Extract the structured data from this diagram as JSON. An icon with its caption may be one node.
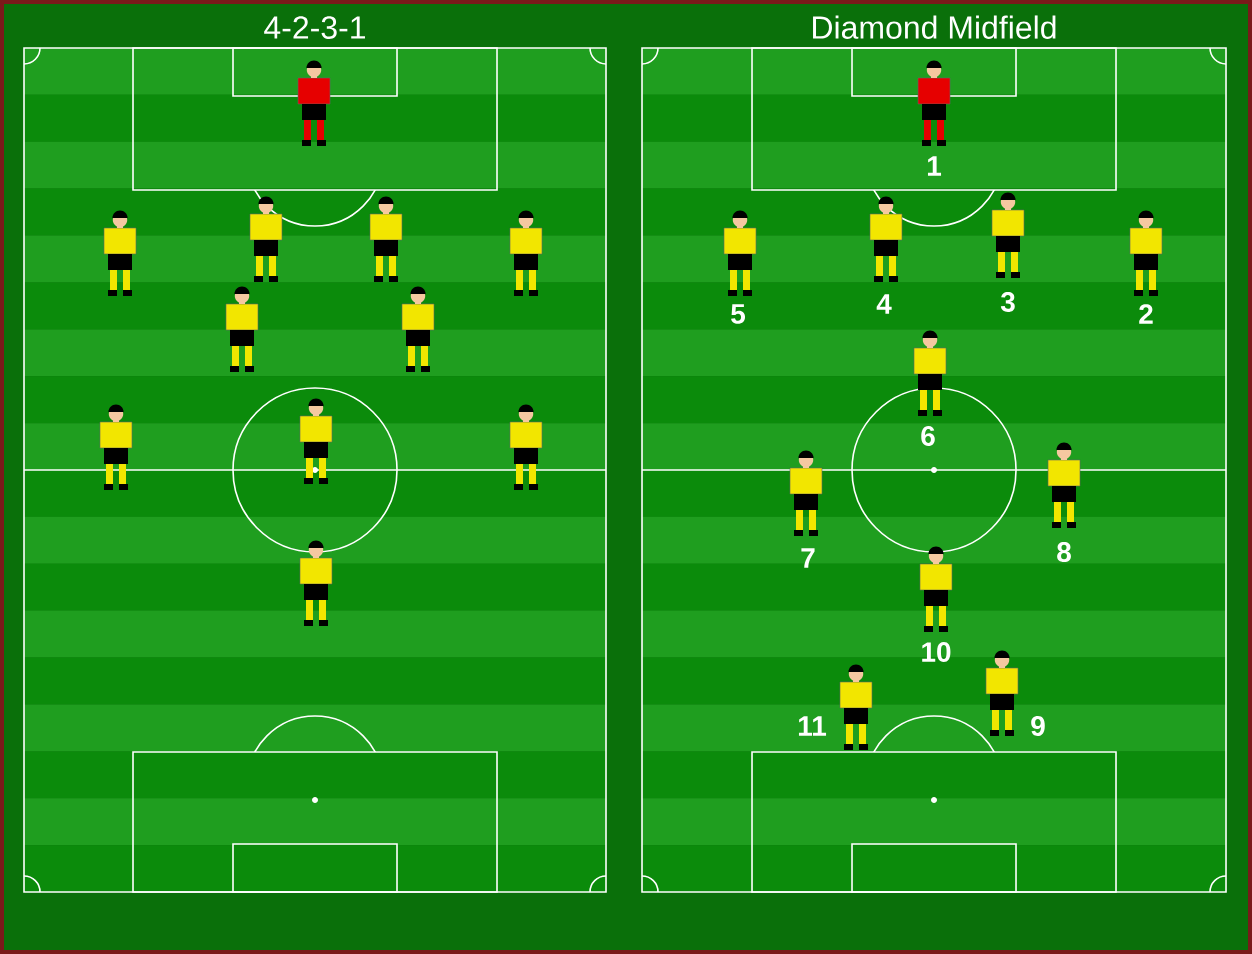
{
  "diagram": {
    "nodes": [
      {
        "text": [
          "4-2-3-1"
        ]
      },
      {
        "text": [],
        "shape": "person",
        "in": 0
      },
      {
        "text": [],
        "shape": "person",
        "in": 0
      },
      {
        "text": [],
        "shape": "person",
        "in": 0
      },
      {
        "text": [],
        "shape": "person",
        "in": 0
      },
      {
        "text": [],
        "shape": "person",
        "in": 0
      },
      {
        "text": [],
        "shape": "person",
        "in": 0
      },
      {
        "text": [],
        "shape": "person",
        "in": 0
      },
      {
        "text": [],
        "shape": "person",
        "in": 0
      },
      {
        "text": [],
        "shape": "person",
        "in": 0
      },
      {
        "text": [],
        "shape": "person",
        "in": 0
      },
      {
        "text": [],
        "shape": "person",
        "in": 0
      },
      {
        "text": [
          "Diamond Midfield"
        ]
      },
      {
        "text": [],
        "shape": "person",
        "in": 12,
        "beside": [
          "1"
        ]
      },
      {
        "text": [],
        "shape": "person",
        "in": 12,
        "beside": [
          "5"
        ]
      },
      {
        "text": [],
        "shape": "person",
        "in": 12,
        "beside": [
          "4"
        ]
      },
      {
        "text": [],
        "shape": "person",
        "in": 12,
        "beside": [
          "3"
        ]
      },
      {
        "text": [],
        "shape": "person",
        "in": 12,
        "beside": [
          "2"
        ]
      },
      {
        "text": [],
        "shape": "person",
        "in": 12,
        "beside": [
          "6"
        ]
      },
      {
        "text": [],
        "shape": "person",
        "in": 12,
        "beside": [
          "7"
        ]
      },
      {
        "text": [],
        "shape": "person",
        "in": 12,
        "beside": [
          "8"
        ]
      },
      {
        "text": [],
        "shape": "person",
        "in": 12,
        "beside": [
          "10"
        ]
      },
      {
        "text": [],
        "shape": "person",
        "in": 12,
        "beside": [
          "11"
        ]
      },
      {
        "text": [],
        "shape": "person",
        "in": 12,
        "beside": [
          "9"
        ]
      }
    ]
  }
}
